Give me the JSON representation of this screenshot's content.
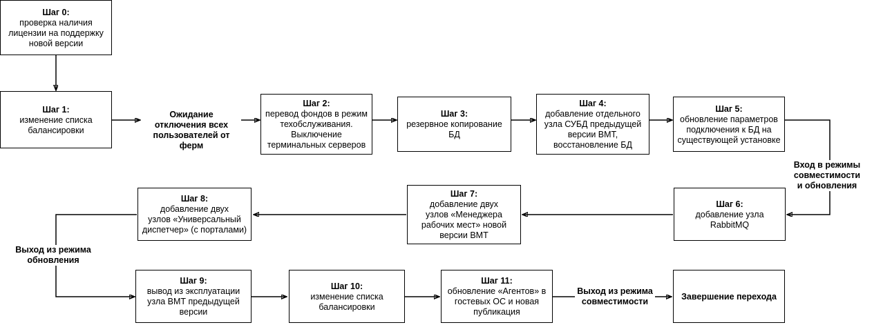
{
  "diagram": {
    "title_present": false,
    "stroke_color": "#000000",
    "background_color": "#ffffff",
    "nodes": [
      {
        "id": "step0",
        "title": "Шаг 0:",
        "body": "проверка наличия\nлицензии на поддержку\nновой версии"
      },
      {
        "id": "step1",
        "title": "Шаг 1:",
        "body": "изменение списка\nбалансировки"
      },
      {
        "id": "step2",
        "title": "Шаг 2:",
        "body": "перевод фондов в режим\nтехобслуживания.\nВыключение\nтерминальных серверов"
      },
      {
        "id": "step3",
        "title": "Шаг 3:",
        "body": "резервное копирование БД"
      },
      {
        "id": "step4",
        "title": "Шаг 4:",
        "body": "добавление отдельного\nузла СУБД предыдущей\nверсии ВМТ,\nвосстановление БД"
      },
      {
        "id": "step5",
        "title": "Шаг 5:",
        "body": "обновление параметров\nподключения к БД на\nсуществующей установке"
      },
      {
        "id": "step6",
        "title": "Шаг 6:",
        "body": "добавление узла RabbitMQ"
      },
      {
        "id": "step7",
        "title": "Шаг 7:",
        "body": "добавление двух\nузлов «Менеджера\nрабочих мест» новой\nверсии ВМТ"
      },
      {
        "id": "step8",
        "title": "Шаг 8:",
        "body": "добавление двух\nузлов «Универсальный\nдиспетчер» (с порталами)"
      },
      {
        "id": "step9",
        "title": "Шаг 9:",
        "body": "вывод из эксплуатации\nузла ВМТ предыдущей\nверсии"
      },
      {
        "id": "step10",
        "title": "Шаг 10:",
        "body": "изменение списка\nбалансировки"
      },
      {
        "id": "step11",
        "title": "Шаг 11:",
        "body": "обновление «Агентов» в\nгостевых ОС и новая\nпубликация"
      },
      {
        "id": "finish",
        "title": "Завершение перехода",
        "body": ""
      }
    ],
    "edge_labels": [
      {
        "id": "wait-users",
        "text": "Ожидание отключения всех\nпользователей от ферм"
      },
      {
        "id": "enter-compat",
        "text": "Вход в режимы совместимости\nи обновления"
      },
      {
        "id": "exit-update",
        "text": "Выход из режима\nобновления"
      },
      {
        "id": "exit-compat",
        "text": "Выход из режима\nсовместимости"
      }
    ]
  }
}
